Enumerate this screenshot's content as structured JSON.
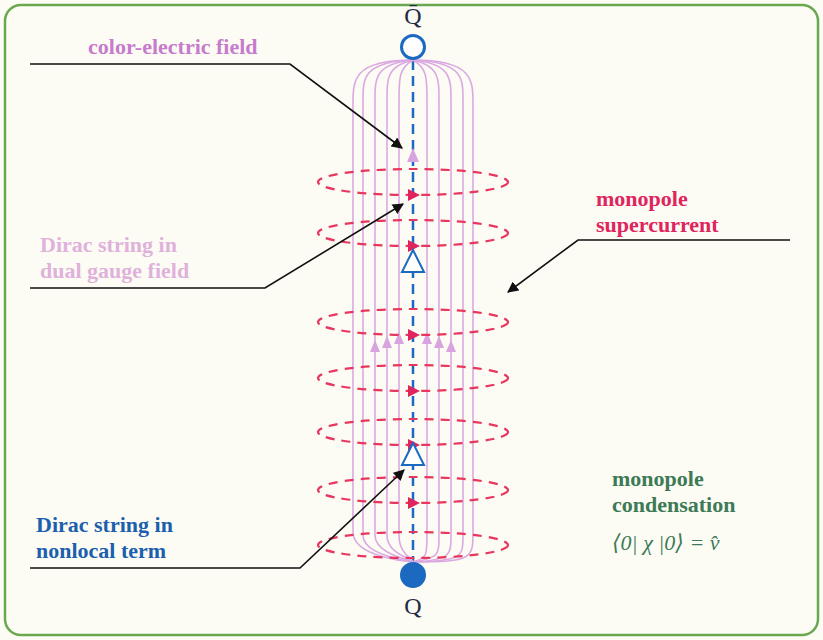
{
  "diagram": {
    "nodes": [
      {
        "text": [
          "Q̄"
        ]
      },
      {
        "text": [
          "Q"
        ]
      }
    ],
    "edges": [
      {
        "from": 0,
        "to": 1,
        "arrow": "none"
      }
    ],
    "labels": [
      "color-electric field",
      "monopole supercurrent",
      "Dirac string in dual gauge field",
      "Dirac string in nonlocal term",
      "monopole condensation",
      "⟨0| χ |0⟩ = v̂"
    ]
  }
}
